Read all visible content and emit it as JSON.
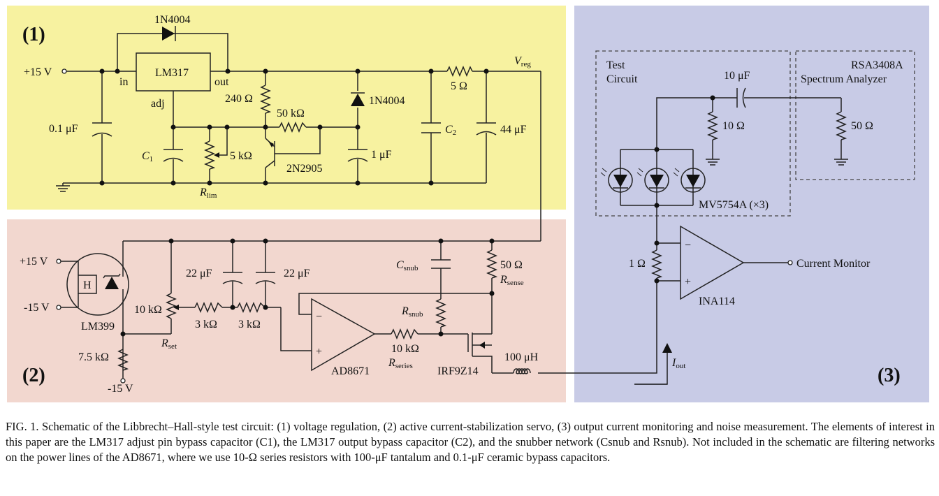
{
  "panels": {
    "p1": {
      "num": "(1)",
      "color": "#f7f2a0"
    },
    "p2": {
      "num": "(2)",
      "color": "#f2d7cf"
    },
    "p3": {
      "num": "(3)",
      "color": "#c8cbe6"
    }
  },
  "section1": {
    "diode_top": "1N4004",
    "supply": "+15 V",
    "reg": "LM317",
    "pin_in": "in",
    "pin_out": "out",
    "pin_adj": "adj",
    "vreg_v": "V",
    "vreg_sub": "reg",
    "r240": "240 Ω",
    "r50k": "50 kΩ",
    "diode_mid": "1N4004",
    "r5": "5 Ω",
    "c01": "0.1 μF",
    "c1_main": "C",
    "c1_sub": "1",
    "r5k": "5 kΩ",
    "rlim_main": "R",
    "rlim_sub": "lim",
    "transistor": "2N2905",
    "c1uf": "1 μF",
    "c2_main": "C",
    "c2_sub": "2",
    "c44": "44 μF"
  },
  "section2": {
    "plus15": "+15 V",
    "minus15": "-15 V",
    "ref_h": "H",
    "ref_name": "LM399",
    "c22a": "22 μF",
    "c22b": "22 μF",
    "csnub_main": "C",
    "csnub_sub": "snub",
    "r50": "50 Ω",
    "rsense_main": "R",
    "rsense_sub": "sense",
    "r10k": "10 kΩ",
    "r3ka": "3 kΩ",
    "r3kb": "3 kΩ",
    "rset_main": "R",
    "rset_sub": "set",
    "rsnub_main": "R",
    "rsnub_sub": "snub",
    "opamp_minus": "−",
    "opamp_plus": "+",
    "opamp": "AD8671",
    "r10kb": "10 kΩ",
    "rseries_main": "R",
    "rseries_sub": "series",
    "mosfet": "IRF9Z14",
    "r75k": "7.5 kΩ",
    "minus15b": "-15 V",
    "inductor": "100 μH"
  },
  "section3": {
    "test1": "Test",
    "test2": "Circuit",
    "cap": "10 μF",
    "r10": "10 Ω",
    "sa1": "RSA3408A",
    "sa2": "Spectrum Analyzer",
    "r50": "50 Ω",
    "leds": "MV5754A (×3)",
    "r1": "1 Ω",
    "ina_minus": "−",
    "ina_plus": "+",
    "ina": "INA114",
    "monitor": "Current Monitor",
    "iout_main": "I",
    "iout_sub": "out"
  },
  "caption": "FIG. 1. Schematic of the Libbrecht–Hall-style test circuit: (1) voltage regulation, (2) active current-stabilization servo, (3) output current monitoring and noise measurement. The elements of interest in this paper are the LM317 adjust pin bypass capacitor (C1), the LM317 output bypass capacitor (C2), and the snubber network (Csnub and Rsnub). Not included in the schematic are filtering networks on the power lines of the AD8671, where we use 10-Ω series resistors with 100-μF tantalum and 0.1-μF ceramic bypass capacitors."
}
